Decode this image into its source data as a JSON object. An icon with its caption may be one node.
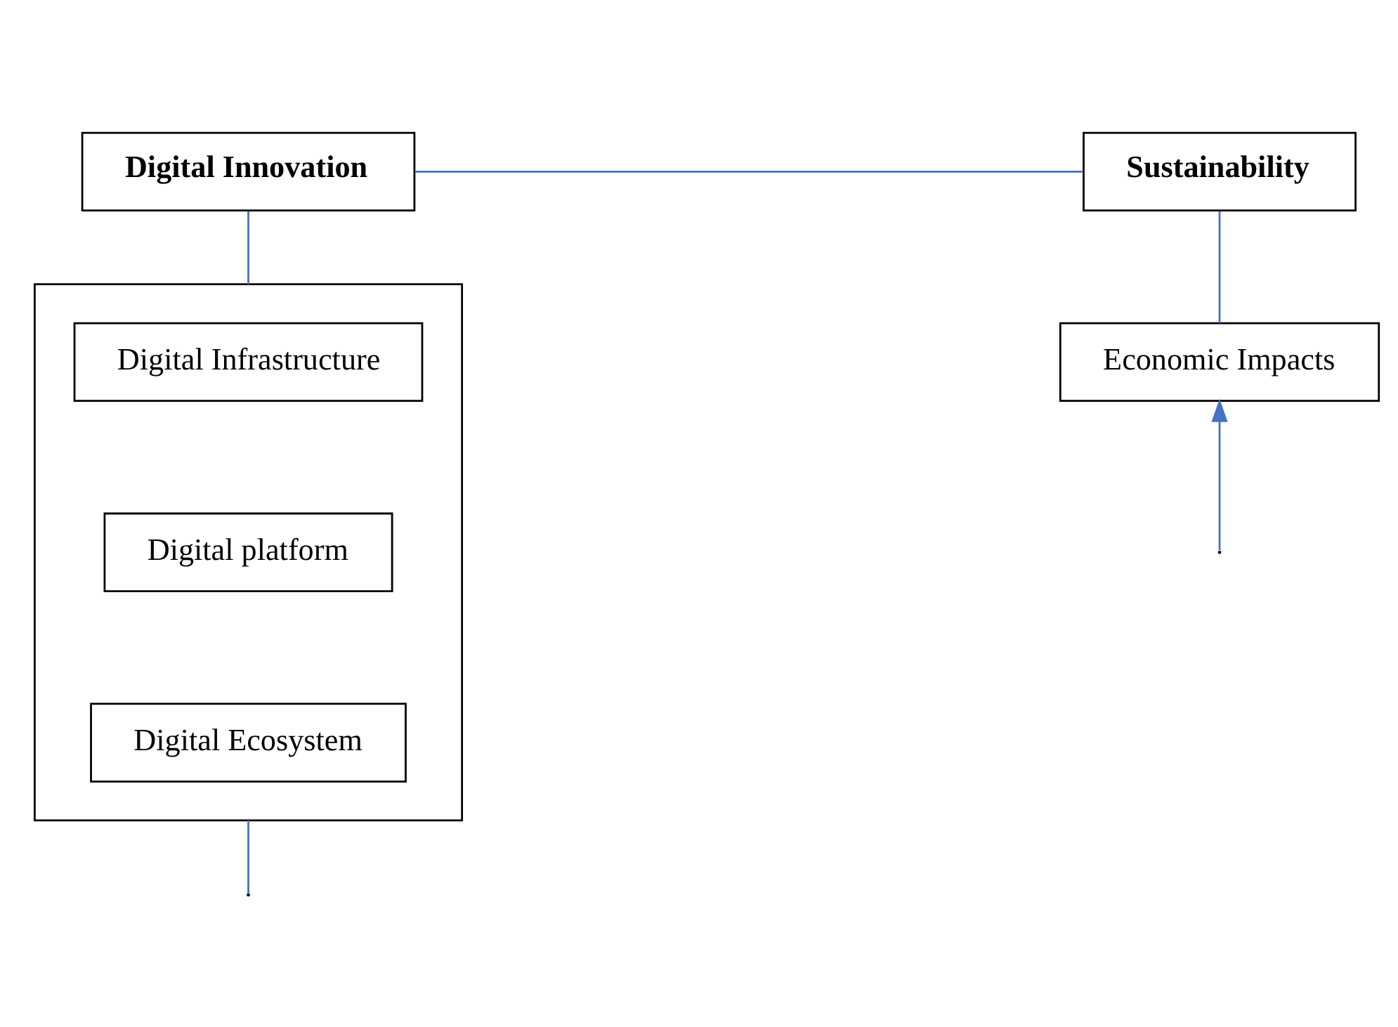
{
  "diagram": {
    "nodes": [
      {
        "text": [
          "Digital Innovation"
        ]
      },
      {
        "text": [
          "Sustainability"
        ]
      },
      {
        "text": [],
        "shape": "box"
      },
      {
        "text": [
          "Digital Infrastructure"
        ],
        "in": 2
      },
      {
        "text": [
          "Digital platform"
        ],
        "in": 2
      },
      {
        "text": [
          "Digital Ecosystem"
        ],
        "in": 2
      },
      {
        "text": [
          "Economic Impacts"
        ]
      }
    ],
    "edges": [
      {
        "from": 0,
        "to": 1,
        "arrow": "none"
      },
      {
        "from": 0,
        "to": 2,
        "arrow": "none"
      },
      {
        "from": 1,
        "to": 6,
        "arrow": "none"
      },
      {
        "from": 2,
        "to": null,
        "arrow": "none"
      },
      {
        "from": null,
        "to": 6,
        "arrow": "to"
      }
    ]
  }
}
